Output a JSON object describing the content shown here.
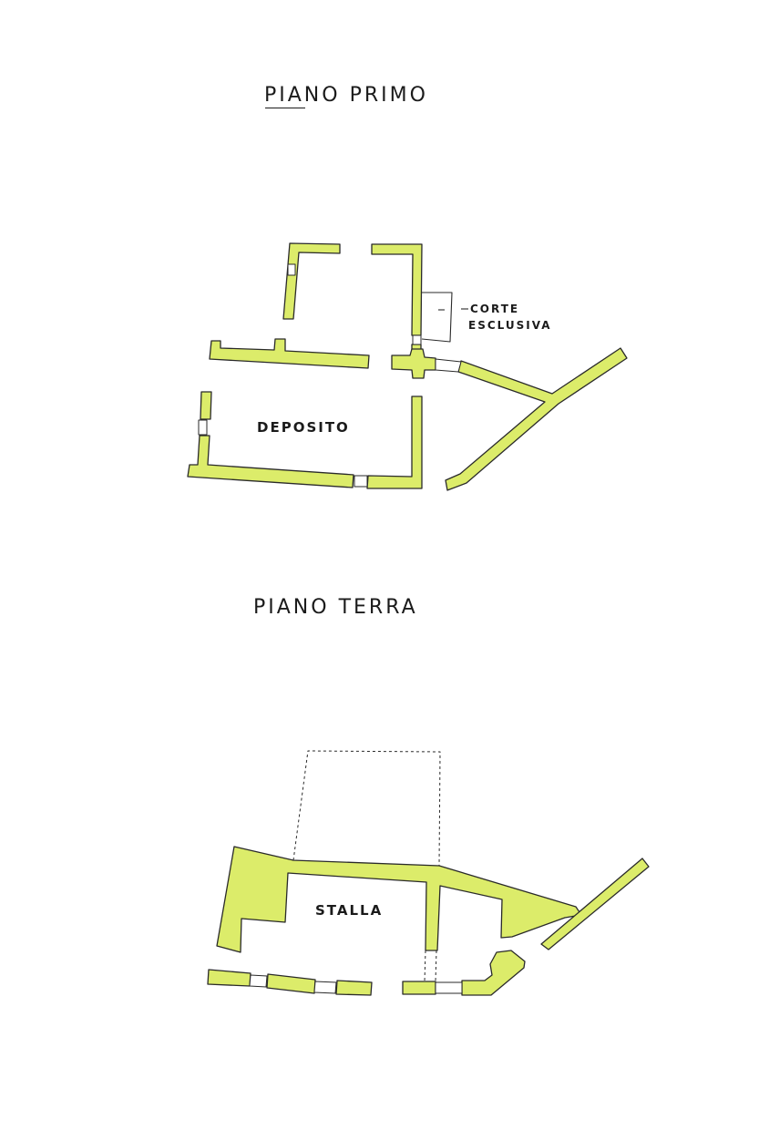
{
  "colors": {
    "wall_fill": "#dcec6a",
    "wall_stroke": "#2a2a2a",
    "background": "#ffffff"
  },
  "first_floor": {
    "title": "PIANO PRIMO",
    "room_label": "DEPOSITO",
    "court_label_line1": "CORTE",
    "court_label_line2": "ESCLUSIVA"
  },
  "ground_floor": {
    "title": "PIANO TERRA",
    "room_label": "STALLA"
  }
}
